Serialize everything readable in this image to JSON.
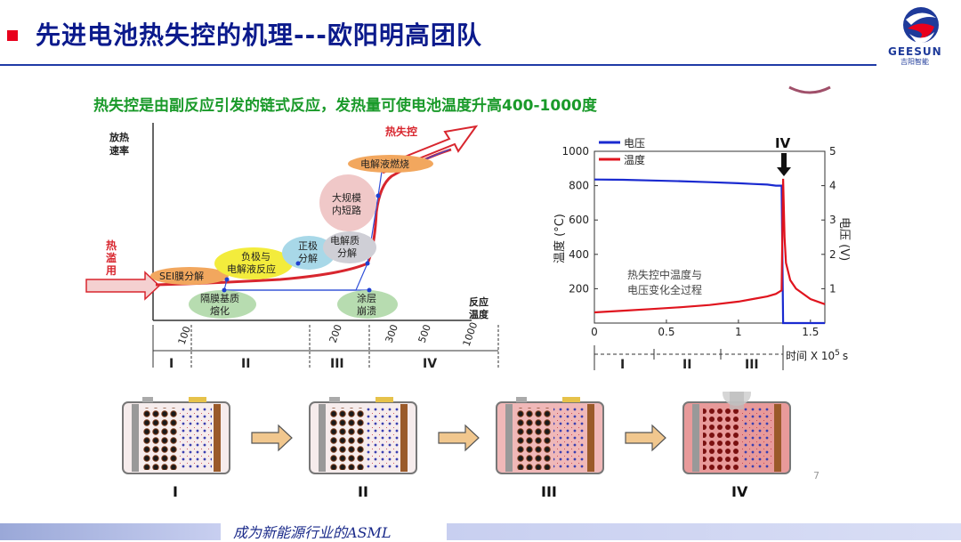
{
  "header": {
    "title": "先进电池热失控的机理---欧阳明高团队",
    "logo_text": "GEESUN",
    "logo_sub": "吉阳智能"
  },
  "subtitle": "热失控是由副反应引发的链式反应，发热量可使电池温度升高400-1000度",
  "left_diagram": {
    "y_label_1": "放热",
    "y_label_2": "速率",
    "x_label_1": "反应",
    "x_label_2": "温度",
    "abuse_label": [
      "热",
      "滥",
      "用"
    ],
    "runaway_label": "热失控",
    "bubbles": {
      "sei": "SEI膜分解",
      "anode_1": "负极与",
      "anode_2": "电解液反应",
      "separator_1": "隔膜基质",
      "separator_2": "熔化",
      "cathode_1": "正极",
      "cathode_2": "分解",
      "electrolyte_1": "电解质",
      "electrolyte_2": "分解",
      "short_1": "大规模",
      "short_2": "内短路",
      "burn": "电解液燃烧",
      "coating_1": "涂层",
      "coating_2": "崩溃"
    },
    "temps": [
      "100",
      "200",
      "300",
      "500",
      "1000"
    ],
    "stages": [
      "I",
      "II",
      "III",
      "IV"
    ]
  },
  "right_chart": {
    "legend_voltage": "电压",
    "legend_temp": "温度",
    "ylabel_left": "温度 (°C)",
    "ylabel_right": "电压 (V)",
    "annotation_1": "热失控中温度与",
    "annotation_2": "电压变化全过程",
    "marker": "IV",
    "xlabel": "时间 X 10",
    "xlabel_exp": "5",
    "xlabel_unit": "s",
    "stages": [
      "I",
      "II",
      "III"
    ],
    "left_ticks": [
      "200",
      "400",
      "600",
      "800",
      "1000"
    ],
    "right_ticks": [
      "1",
      "2",
      "3",
      "4",
      "5"
    ],
    "x_ticks": [
      "0",
      "0.5",
      "1",
      "1.5"
    ],
    "colors": {
      "voltage": "#1a2ad0",
      "temp": "#e0141e"
    }
  },
  "chart_data": {
    "type": "line",
    "x": [
      0,
      0.2,
      0.4,
      0.6,
      0.8,
      1.0,
      1.1,
      1.2,
      1.26,
      1.3,
      1.31,
      1.32,
      1.33,
      1.36,
      1.4,
      1.5,
      1.6
    ],
    "series": [
      {
        "name": "电压",
        "axis": "right",
        "values": [
          4.18,
          4.17,
          4.15,
          4.13,
          4.1,
          4.07,
          4.05,
          4.03,
          4.0,
          4.0,
          0.0,
          0.0,
          0.0,
          0.0,
          0.0,
          0.0,
          0.0
        ]
      },
      {
        "name": "温度",
        "axis": "left",
        "values": [
          62,
          72,
          82,
          92,
          105,
          125,
          140,
          155,
          170,
          190,
          840,
          500,
          350,
          250,
          200,
          140,
          110
        ]
      }
    ],
    "xlabel": "时间 X 10^5 s",
    "ylabel": "温度 (°C)",
    "y2label": "电压 (V)",
    "xlim": [
      0,
      1.6
    ],
    "ylim": [
      0,
      1000
    ],
    "y2lim": [
      0,
      5
    ]
  },
  "bottom_strip": {
    "stages": [
      "I",
      "II",
      "III",
      "IV"
    ],
    "page_number": "7"
  },
  "footer": {
    "text": "成为新能源行业的ASML"
  }
}
